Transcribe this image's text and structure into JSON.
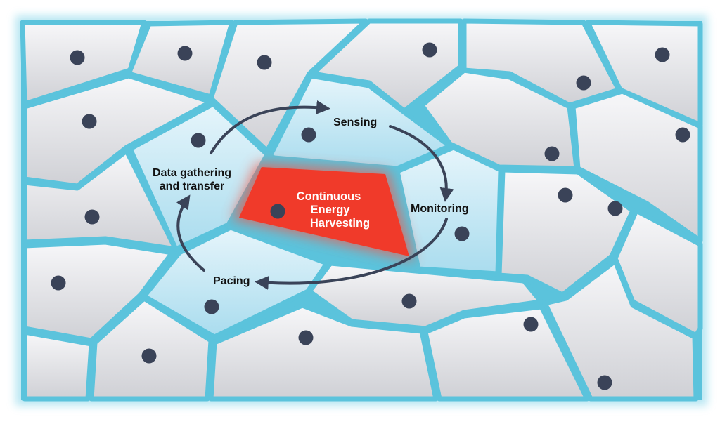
{
  "diagram": {
    "center": {
      "lines": [
        "Continuous",
        "Energy",
        "Harvesting"
      ]
    },
    "cycle_labels": {
      "sensing": "Sensing",
      "monitoring": "Monitoring",
      "pacing": "Pacing",
      "data_line1": "Data gathering",
      "data_line2": "and transfer"
    },
    "colors": {
      "cell_border": "#5bc3dc",
      "cell_fill": "#e9e9ec",
      "active_cell_fill": "#c9e9f4",
      "core": "#f03a2a",
      "nucleus": "#3a4358",
      "arrow": "#3a4358"
    }
  }
}
